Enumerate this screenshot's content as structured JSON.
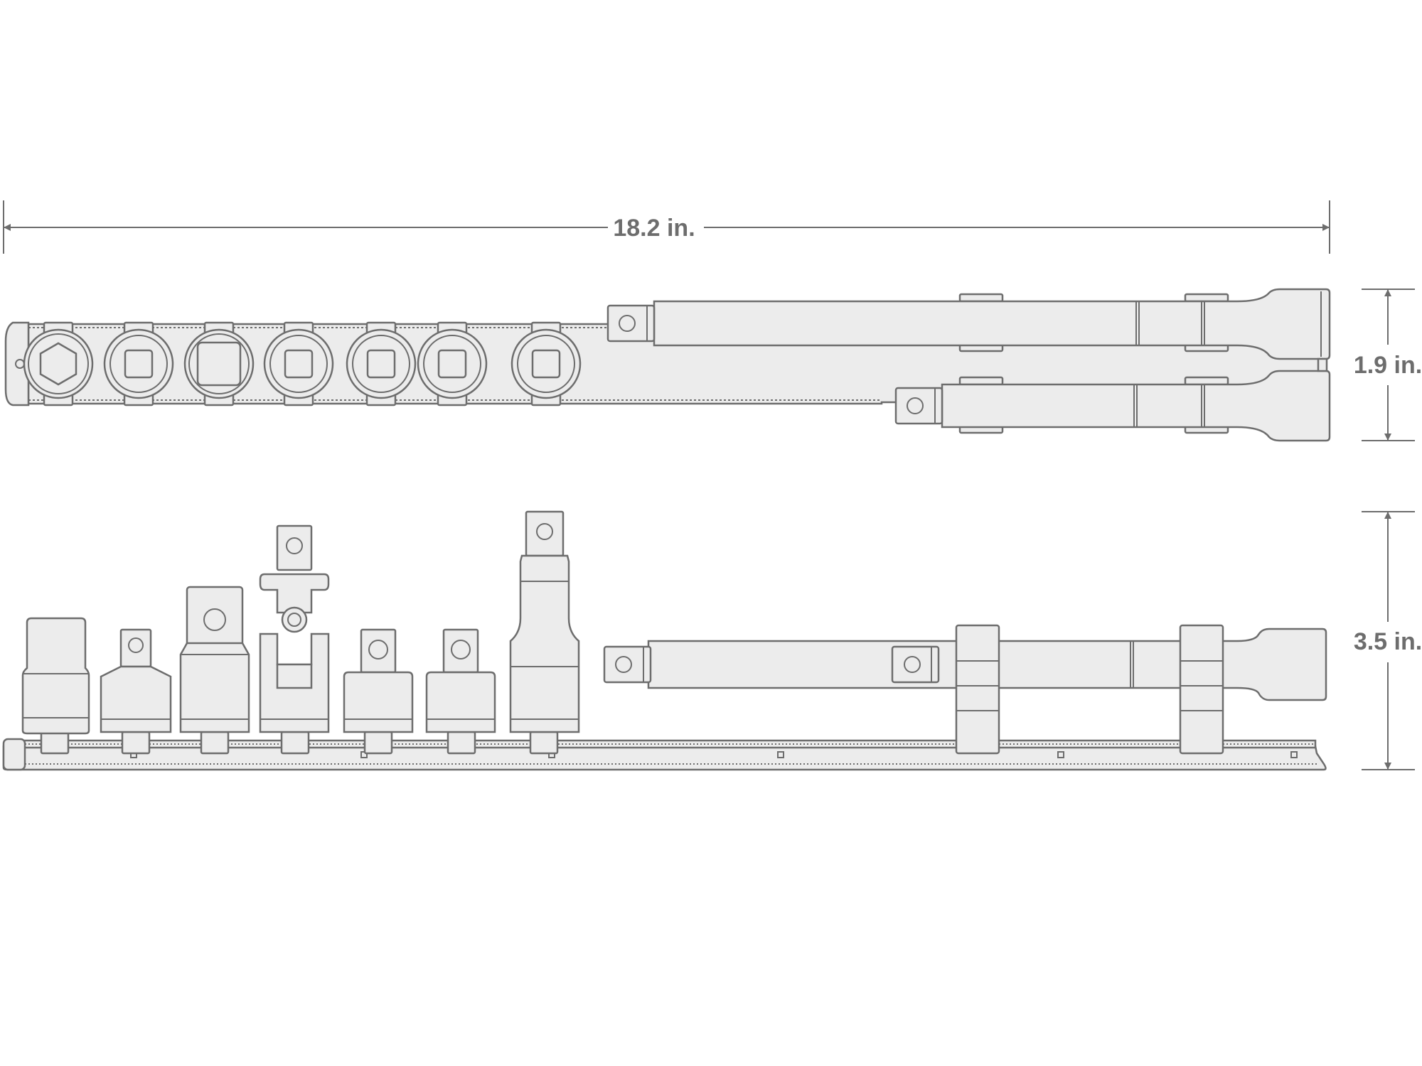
{
  "dimensions": {
    "width_label": "18.2 in.",
    "top_height_label": "1.9 in.",
    "bottom_height_label": "3.5 in."
  },
  "colors": {
    "line": "#6d6d6d",
    "fill": "#ececec",
    "text": "#6d6d6d",
    "background": "#ffffff"
  }
}
